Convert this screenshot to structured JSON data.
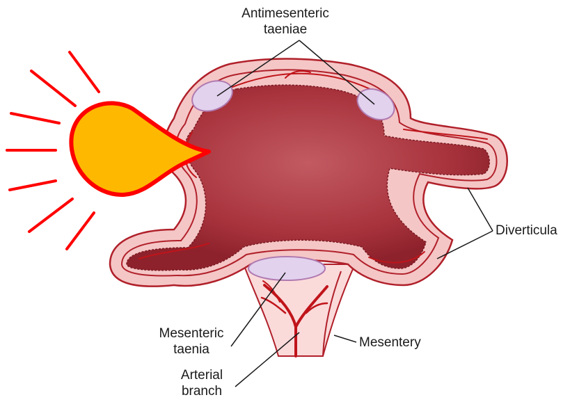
{
  "labels": {
    "antimesenteric_line1": "Antimesenteric",
    "antimesenteric_line2": "taeniae",
    "diverticula": "Diverticula",
    "mesenteric_line1": "Mesenteric",
    "mesenteric_line2": "taenia",
    "mesentery": "Mesentery",
    "arterial_line1": "Arterial",
    "arterial_line2": "branch"
  },
  "colors": {
    "outer_wall": "#f5c6c6",
    "wall_stroke": "#b0202a",
    "lumen": "#a8303a",
    "lumen_center": "#c0505a",
    "taenia_fill": "#e2d2ee",
    "taenia_stroke": "#b07ab0",
    "mesentery_fill": "#fbdada",
    "artery": "#c0141a",
    "marker_fill": "#ffb800",
    "marker_stroke": "#ff0000",
    "leader": "#1a1a1a"
  },
  "icons": {
    "marker": "sun-burst-icon"
  }
}
